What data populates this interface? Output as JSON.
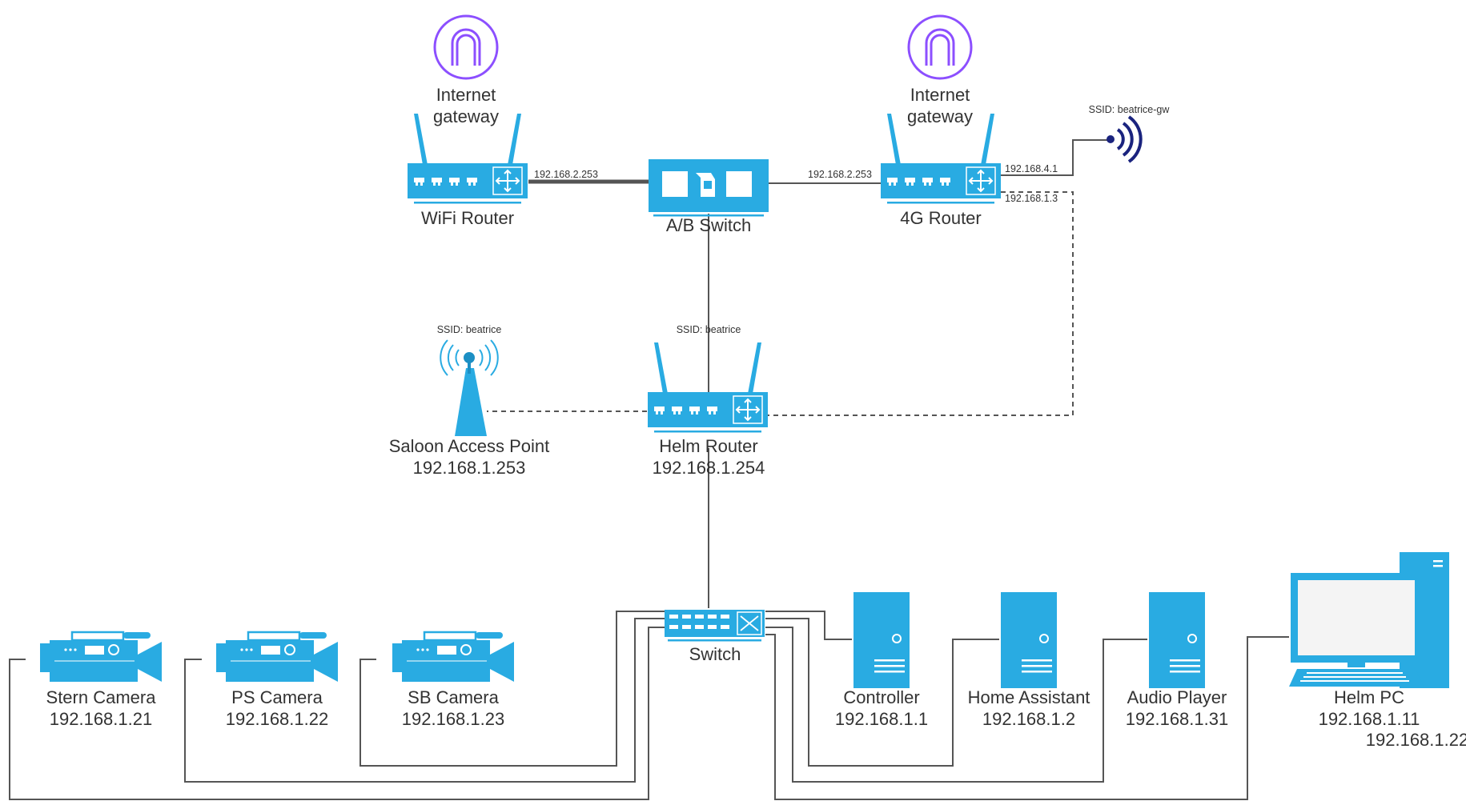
{
  "colors": {
    "device": "#29abe2",
    "device_dark": "#1c8fc4",
    "cloud": "#8c4fff",
    "wifi_signal": "#1a237e",
    "wire": "#555555",
    "text": "#333333"
  },
  "nodes": {
    "gateway_left": {
      "line1": "Internet",
      "line2": "gateway",
      "icon": "internet-gateway-icon"
    },
    "gateway_right": {
      "line1": "Internet",
      "line2": "gateway",
      "icon": "internet-gateway-icon"
    },
    "wifi_router": {
      "label": "WiFi Router",
      "port_ip": "192.168.2.253",
      "icon": "router-icon"
    },
    "ab_switch": {
      "label": "A/B Switch",
      "icon": "ab-switch-icon"
    },
    "router_4g": {
      "label": "4G Router",
      "ip_in": "192.168.2.253",
      "ip_wifi": "192.168.4.1",
      "ip_lan": "192.168.1.3",
      "icon": "router-icon"
    },
    "hotspot": {
      "ssid": "SSID: beatrice-gw",
      "icon": "wifi-signal-icon"
    },
    "saloon_ap": {
      "ssid": "SSID: beatrice",
      "label": "Saloon Access Point",
      "ip": "192.168.1.253",
      "icon": "access-point-icon"
    },
    "helm_router": {
      "ssid": "SSID: beatrice",
      "label": "Helm Router",
      "ip": "192.168.1.254",
      "icon": "router-icon"
    },
    "switch": {
      "label": "Switch",
      "icon": "network-switch-icon"
    },
    "stern_camera": {
      "label": "Stern Camera",
      "ip": "192.168.1.21",
      "icon": "video-camera-icon"
    },
    "ps_camera": {
      "label": "PS Camera",
      "ip": "192.168.1.22",
      "icon": "video-camera-icon"
    },
    "sb_camera": {
      "label": "SB Camera",
      "ip": "192.168.1.23",
      "icon": "video-camera-icon"
    },
    "controller": {
      "label": "Controller",
      "ip": "192.168.1.1",
      "icon": "server-icon"
    },
    "home_assistant": {
      "label": "Home Assistant",
      "ip": "192.168.1.2",
      "icon": "server-icon"
    },
    "audio_player": {
      "label": "Audio Player",
      "ip": "192.168.1.31",
      "icon": "server-icon"
    },
    "helm_pc": {
      "label": "Helm PC",
      "ip": "192.168.1.11",
      "ip2": "192.168.1.22",
      "icon": "desktop-pc-icon"
    }
  }
}
